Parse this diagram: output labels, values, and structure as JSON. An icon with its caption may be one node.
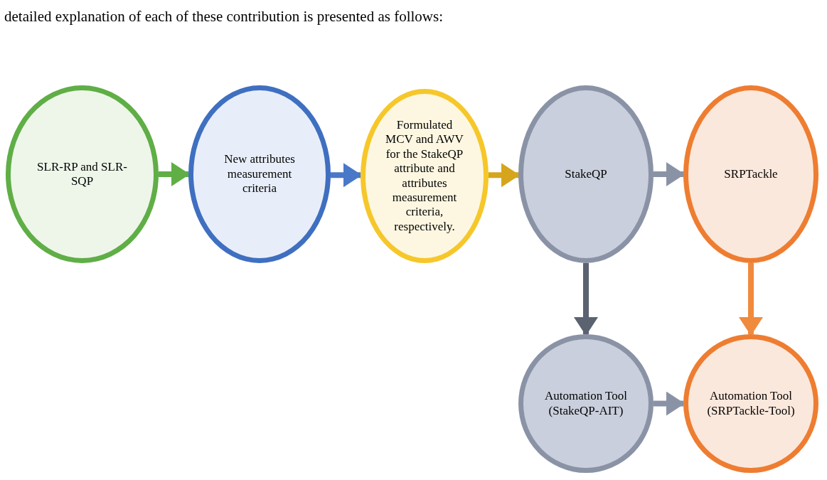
{
  "diagram": {
    "nodes": [
      {
        "text": [
          "SLR-RP and SLR-SQP"
        ]
      },
      {
        "text": [
          "New attributes measurement criteria"
        ]
      },
      {
        "text": [
          "Formulated MCV and AWV for the StakeQP attribute and attributes measurement criteria, respectively."
        ]
      },
      {
        "text": [
          "StakeQP"
        ]
      },
      {
        "text": [
          "SRPTackle"
        ]
      },
      {
        "text": [
          "Automation Tool (StakeQP-AIT)"
        ]
      },
      {
        "text": [
          "Automation Tool (SRPTackle-Tool)"
        ]
      }
    ],
    "edges": [
      {
        "from": 0,
        "to": 1,
        "arrow": "to",
        "color": "#5fae46"
      },
      {
        "from": 1,
        "to": 2,
        "arrow": "to",
        "color": "#4a78c9"
      },
      {
        "from": 2,
        "to": 3,
        "arrow": "to",
        "color": "#d6a51c"
      },
      {
        "from": 3,
        "to": 4,
        "arrow": "to",
        "color": "#8a93a6"
      },
      {
        "from": 3,
        "to": 5,
        "arrow": "to",
        "color": "#5b6270"
      },
      {
        "from": 4,
        "to": 6,
        "arrow": "to",
        "color": "#f08a3c"
      },
      {
        "from": 5,
        "to": 6,
        "arrow": "to",
        "color": "#8a93a6"
      }
    ],
    "labels": [
      "detailed explanation of each of these contribution is presented as follows:"
    ]
  }
}
